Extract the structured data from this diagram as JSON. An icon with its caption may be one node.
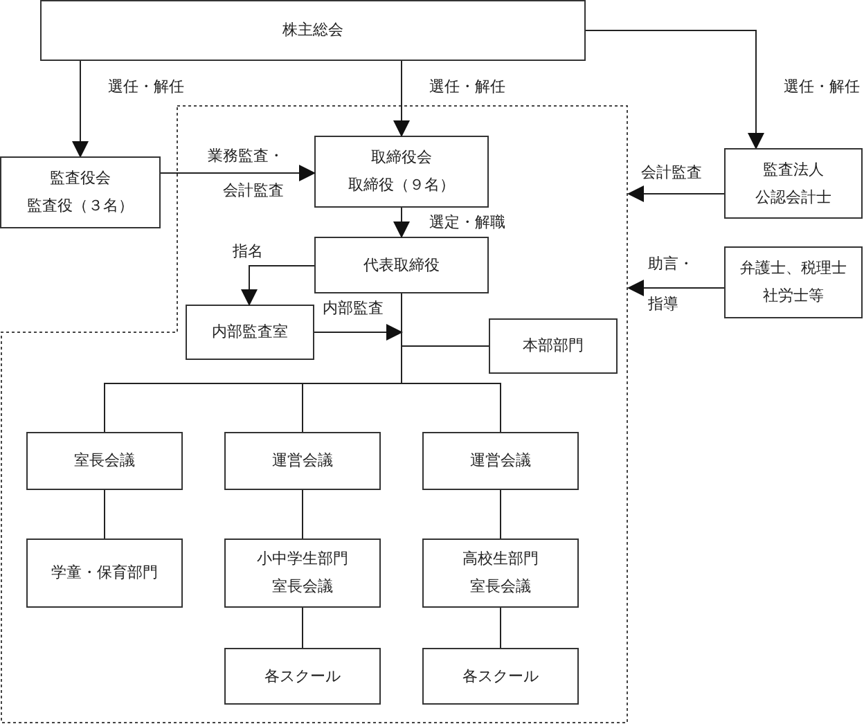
{
  "diagram": {
    "nodes": [
      {
        "text": [
          "株主総会"
        ]
      },
      {
        "text": [
          "監査役会",
          "監査役（３名）"
        ]
      },
      {
        "text": [],
        "shape": "polygon"
      },
      {
        "text": [
          "取締役会",
          "取締役（９名）"
        ],
        "in": 2
      },
      {
        "text": [
          "代表取締役"
        ],
        "in": 2
      },
      {
        "text": [
          "内部監査室"
        ],
        "in": 2
      },
      {
        "text": [
          "本部部門"
        ],
        "in": 2
      },
      {
        "text": [
          "監査法人",
          "公認会計士"
        ]
      },
      {
        "text": [
          "弁護士、税理士",
          "社労士等"
        ]
      },
      {
        "text": [
          "室長会議"
        ],
        "in": 2
      },
      {
        "text": [
          "運営会議"
        ],
        "in": 2
      },
      {
        "text": [
          "運営会議"
        ],
        "in": 2
      },
      {
        "text": [
          "学童・保育部門"
        ],
        "in": 2
      },
      {
        "text": [
          "小中学生部門",
          "室長会議"
        ],
        "in": 2
      },
      {
        "text": [
          "高校生部門",
          "室長会議"
        ],
        "in": 2
      },
      {
        "text": [
          "各スクール"
        ],
        "in": 2
      },
      {
        "text": [
          "各スクール"
        ],
        "in": 2
      }
    ],
    "edges": [
      {
        "from": 0,
        "to": 1,
        "arrow": "to",
        "label": "選任・解任"
      },
      {
        "from": 0,
        "to": 3,
        "arrow": "to",
        "label": "選任・解任"
      },
      {
        "from": 0,
        "to": 7,
        "arrow": "to",
        "label": "選任・解任"
      },
      {
        "from": 1,
        "to": 3,
        "arrow": "to",
        "label": "業務監査・会計監査"
      },
      {
        "from": 3,
        "to": 4,
        "arrow": "to",
        "label": "選定・解職"
      },
      {
        "from": 4,
        "to": 5,
        "arrow": "to",
        "label": "指名"
      },
      {
        "from": 7,
        "to": 2,
        "arrow": "to",
        "label": "会計監査"
      },
      {
        "from": 8,
        "to": 2,
        "arrow": "to",
        "label": "助言・指導"
      },
      {
        "from": 5,
        "to": 4,
        "arrow": "to",
        "label": "内部監査"
      },
      {
        "from": 4,
        "to": 6,
        "arrow": "none"
      },
      {
        "from": 4,
        "to": 9,
        "arrow": "none"
      },
      {
        "from": 4,
        "to": 10,
        "arrow": "none"
      },
      {
        "from": 4,
        "to": 11,
        "arrow": "none"
      },
      {
        "from": 9,
        "to": 12,
        "arrow": "none"
      },
      {
        "from": 10,
        "to": 13,
        "arrow": "none"
      },
      {
        "from": 11,
        "to": 14,
        "arrow": "none"
      },
      {
        "from": 13,
        "to": 15,
        "arrow": "none"
      },
      {
        "from": 14,
        "to": 16,
        "arrow": "none"
      }
    ]
  }
}
